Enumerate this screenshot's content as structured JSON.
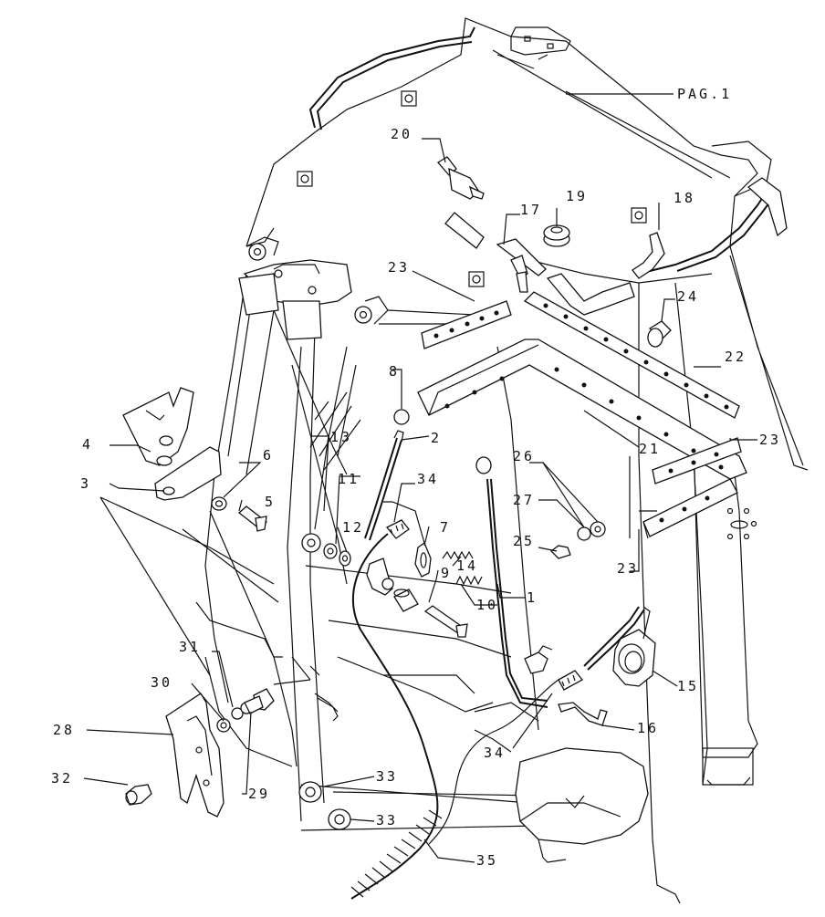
{
  "diagram": {
    "page_ref": "PAG.1",
    "callouts": [
      {
        "id": "c20",
        "text": "20"
      },
      {
        "id": "c19",
        "text": "19"
      },
      {
        "id": "c18",
        "text": "18"
      },
      {
        "id": "c17",
        "text": "17"
      },
      {
        "id": "c23a",
        "text": "23"
      },
      {
        "id": "c24",
        "text": "24"
      },
      {
        "id": "c22",
        "text": "22"
      },
      {
        "id": "c8",
        "text": "8"
      },
      {
        "id": "c2",
        "text": "2"
      },
      {
        "id": "c13",
        "text": "13"
      },
      {
        "id": "c21",
        "text": "21"
      },
      {
        "id": "c23b",
        "text": "23"
      },
      {
        "id": "c4",
        "text": "4"
      },
      {
        "id": "c6",
        "text": "6"
      },
      {
        "id": "c26",
        "text": "26"
      },
      {
        "id": "c3",
        "text": "3"
      },
      {
        "id": "c11",
        "text": "11"
      },
      {
        "id": "c34a",
        "text": "34"
      },
      {
        "id": "c27",
        "text": "27"
      },
      {
        "id": "c5",
        "text": "5"
      },
      {
        "id": "c12",
        "text": "12"
      },
      {
        "id": "c7",
        "text": "7"
      },
      {
        "id": "c25",
        "text": "25"
      },
      {
        "id": "c23c",
        "text": "23"
      },
      {
        "id": "c14",
        "text": "14"
      },
      {
        "id": "c9",
        "text": "9"
      },
      {
        "id": "c10",
        "text": "10"
      },
      {
        "id": "c1",
        "text": "1"
      },
      {
        "id": "c31",
        "text": "31"
      },
      {
        "id": "c15",
        "text": "15"
      },
      {
        "id": "c30",
        "text": "30"
      },
      {
        "id": "c16",
        "text": "16"
      },
      {
        "id": "c28",
        "text": "28"
      },
      {
        "id": "c34b",
        "text": "34"
      },
      {
        "id": "c32",
        "text": "32"
      },
      {
        "id": "c33a",
        "text": "33"
      },
      {
        "id": "c29",
        "text": "29"
      },
      {
        "id": "c33b",
        "text": "33"
      },
      {
        "id": "c35",
        "text": "35"
      }
    ]
  }
}
